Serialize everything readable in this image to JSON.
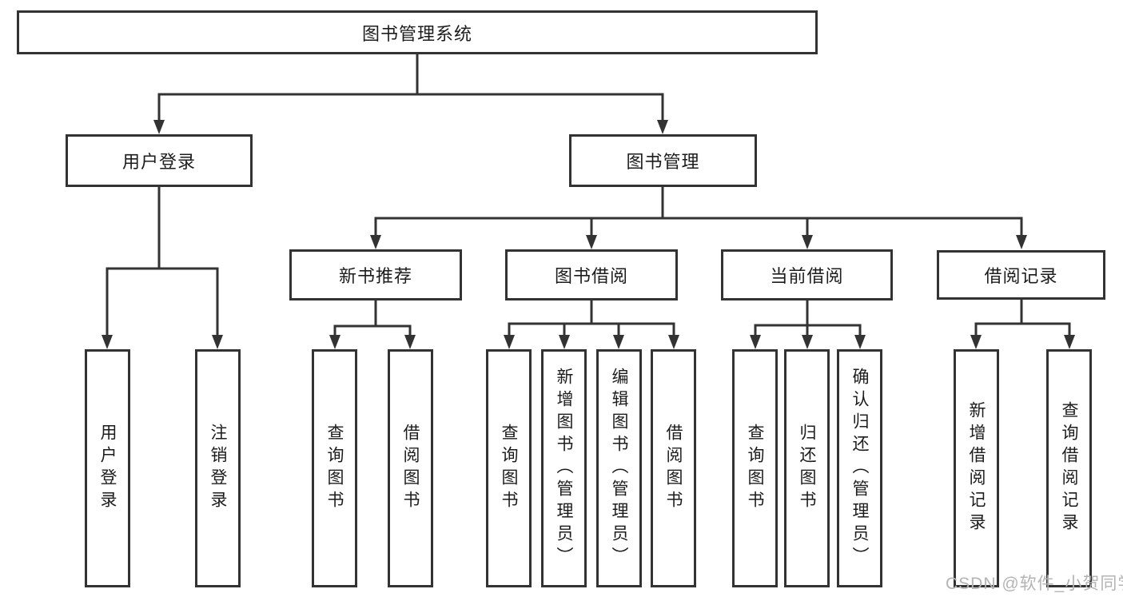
{
  "root": {
    "label": "图书管理系统"
  },
  "branches": [
    {
      "label": "用户登录",
      "children": [
        {
          "label": "用户登录"
        },
        {
          "label": "注销登录"
        }
      ]
    },
    {
      "label": "图书管理",
      "children": [
        {
          "label": "新书推荐",
          "children": [
            {
              "label": "查询图书"
            },
            {
              "label": "借阅图书"
            }
          ]
        },
        {
          "label": "图书借阅",
          "children": [
            {
              "label": "查询图书"
            },
            {
              "label": "新增图书（管理员）"
            },
            {
              "label": "编辑图书（管理员）"
            },
            {
              "label": "借阅图书"
            }
          ]
        },
        {
          "label": "当前借阅",
          "children": [
            {
              "label": "查询图书"
            },
            {
              "label": "归还图书"
            },
            {
              "label": "确认归还（管理员）"
            }
          ]
        },
        {
          "label": "借阅记录",
          "children": [
            {
              "label": "新增借阅记录"
            },
            {
              "label": "查询借阅记录"
            }
          ]
        }
      ]
    }
  ],
  "watermark": "CSDN @软件_小贺同学",
  "colors": {
    "line": "#333333",
    "text": "#1c1c1c",
    "watermark": "#b4b4b4",
    "background": "#ffffff"
  }
}
